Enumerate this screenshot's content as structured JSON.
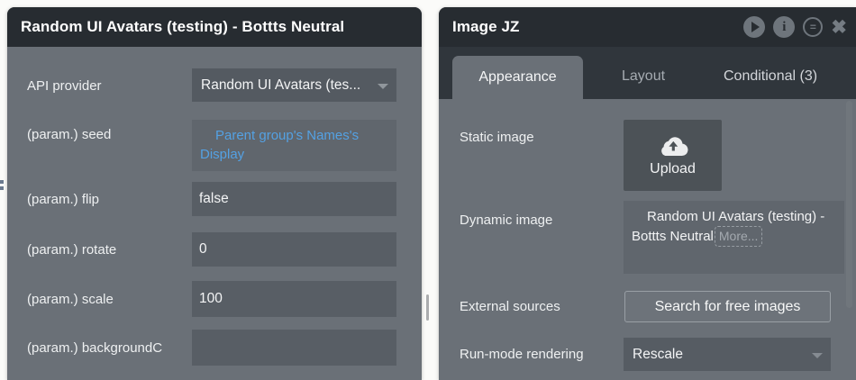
{
  "left_panel": {
    "title": "Random UI Avatars (testing) - Bottts Neutral",
    "fields": [
      {
        "label": "API provider",
        "value": "Random UI Avatars (tes...",
        "control": "dropdown"
      },
      {
        "label": "(param.) seed",
        "value": "Parent group's Names's Display",
        "control": "dynamic-expression"
      },
      {
        "label": "(param.) flip",
        "value": "false",
        "control": "input"
      },
      {
        "label": "(param.) rotate",
        "value": "0",
        "control": "input"
      },
      {
        "label": "(param.) scale",
        "value": "100",
        "control": "input"
      },
      {
        "label": "(param.) backgroundC",
        "value": "",
        "control": "input"
      }
    ]
  },
  "right_panel": {
    "title": "Image JZ",
    "header_icons": [
      "play-icon",
      "info-icon",
      "comment-icon",
      "close-icon"
    ],
    "tabs": [
      {
        "label": "Appearance",
        "active": true
      },
      {
        "label": "Layout",
        "active": false
      },
      {
        "label": "Conditional (3)",
        "active": false
      }
    ],
    "rows": {
      "static_image": {
        "label": "Static image",
        "button_label": "Upload",
        "icon": "cloud-upload-icon"
      },
      "dynamic_image": {
        "label": "Dynamic image",
        "value": "Random UI Avatars (testing) - Bottts Neutral",
        "more_label": "More..."
      },
      "external_sources": {
        "label": "External sources",
        "button_label": "Search for free images"
      },
      "run_mode": {
        "label": "Run-mode rendering",
        "value": "Rescale"
      }
    }
  },
  "colors": {
    "page_bg": "#fbfbf9",
    "panel_header_bg": "#272c31",
    "panel_body_bg": "#6a7077",
    "field_bg": "#585e65",
    "tab_bar_bg": "#30363c",
    "dynamic_expression_blue": "#54a1e3",
    "upload_button_bg": "#4c5257"
  }
}
